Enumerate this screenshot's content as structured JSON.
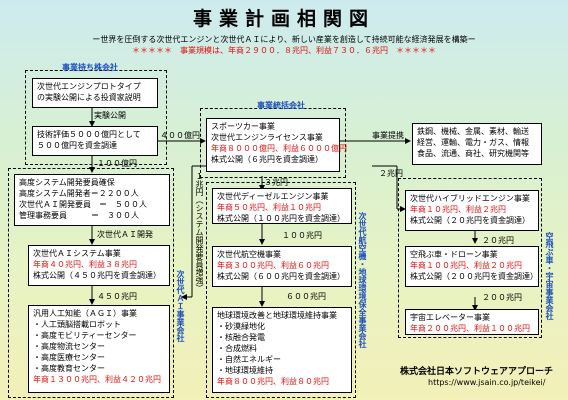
{
  "header": {
    "title": "事業計画相関図",
    "subtitle": "ー世界を圧倒する次世代エンジンと次世代ＡＩにより、新しい産業を創造して持続可能な経済発展を構築ー",
    "highlight": "＊＊＊＊＊　事業規模は、年商２９００．８兆円、利益７３０．６兆円　＊＊＊＊＊"
  },
  "sections": {
    "holding": "事業持ち株会社",
    "license": "事業統括会社",
    "ai": "次世代ＡＩ事業会社",
    "engine": "次世代航空機・地球環境保全事業会社",
    "space": "空飛ぶ車・宇宙事業会社"
  },
  "boxes": {
    "engine_proto": [
      "次世代エンジンプロトタイプ",
      "の実験公開による投資家説明"
    ],
    "valuation": [
      "技術評価５０００億円として",
      "５００億円を資金調達"
    ],
    "license": {
      "lines": [
        "スポーツカー事業",
        "次世代エンジンライセンス事業"
      ],
      "red": "年商８０００億円、利益６０００億円",
      "ipo": "株式公開（６兆円を資金調達）"
    },
    "industries": [
      "鉄鋼、機械、金属、素材、輸送",
      "経営、運輸、電力・ガス、情報",
      "食品、流通、商社、研究機関等"
    ],
    "ai_hr": [
      "高度システム開発要員確保",
      "高度システム開発者＝２２００人",
      "次世代ＡＩ開発要員　＝　５００人",
      "管理事務要員　　　＝　３００人"
    ],
    "ai_system": {
      "title": "次世代ＡＩシステム事業",
      "red": "年商４０兆円、利益３８兆円",
      "ipo": "株式公開（４５０兆円を資金調達）"
    },
    "agi": {
      "title": "汎用人工知能（ＡＧＩ）事業",
      "items": [
        "・人工頭脳搭載ロボット",
        "・高度モビリティーセンター",
        "・高度物流センター",
        "・高度医療センター",
        "・高度教育センター"
      ],
      "red": "年商１３００兆円、利益４２０兆円"
    },
    "diesel": {
      "title": "次世代ディーゼルエンジン事業",
      "red": "年商５０兆円、利益１０兆円",
      "ipo": "株式公開（１００兆円を資金調達）"
    },
    "aircraft": {
      "title": "次世代航空機事業",
      "red": "年商３００兆円、利益６０兆円",
      "ipo": "株式公開（６００兆円を資金調達）"
    },
    "environment": {
      "title": "地球環境改善と地球環境維持事業",
      "items": [
        "・砂漠緑地化",
        "・核融合発電",
        "・合成燃料",
        "・自然エネルギー",
        "・地球環境維持"
      ],
      "red": "年商８００兆円、利益８０兆円"
    },
    "hybrid": {
      "title": "次世代ハイブリッドエンジン事業",
      "red": "年商１０兆円、利益２兆円",
      "ipo": "株式公開（２０兆円を資金調達）"
    },
    "flying_car": {
      "title": "空飛ぶ車・ドローン事業",
      "red": "年商１００兆円、利益２０兆円",
      "ipo": "株式公開（２００兆円を資金調達）"
    },
    "elevator": {
      "title": "宇宙エレベーター事業",
      "red": "年商２００兆円、利益１００兆円"
    }
  },
  "flows": {
    "ipo": "実験公開",
    "oku400": "４００億円",
    "oku100": "１００億円",
    "choh1": "１兆円",
    "choh1_note": "（システム開発要員増強）",
    "choh3": "３兆円",
    "choh2": "２兆円",
    "ai_dev": "次世代ＡＩ開発",
    "choh450": "４５０兆円",
    "choh100": "１００兆円",
    "choh600": "６００兆円",
    "choh20": "２０兆円",
    "choh200": "２００兆円",
    "provide": "事業提携"
  },
  "footer": {
    "company": "株式会社日本ソフトウェアアプローチ",
    "url": "https://www.jsain.co.jp/teikei/"
  },
  "colors": {
    "label_blue": "#1f4fbf",
    "red_text": "#e01010",
    "bg_top": "#cdebef",
    "bg_bottom": "#f3f0b8"
  }
}
